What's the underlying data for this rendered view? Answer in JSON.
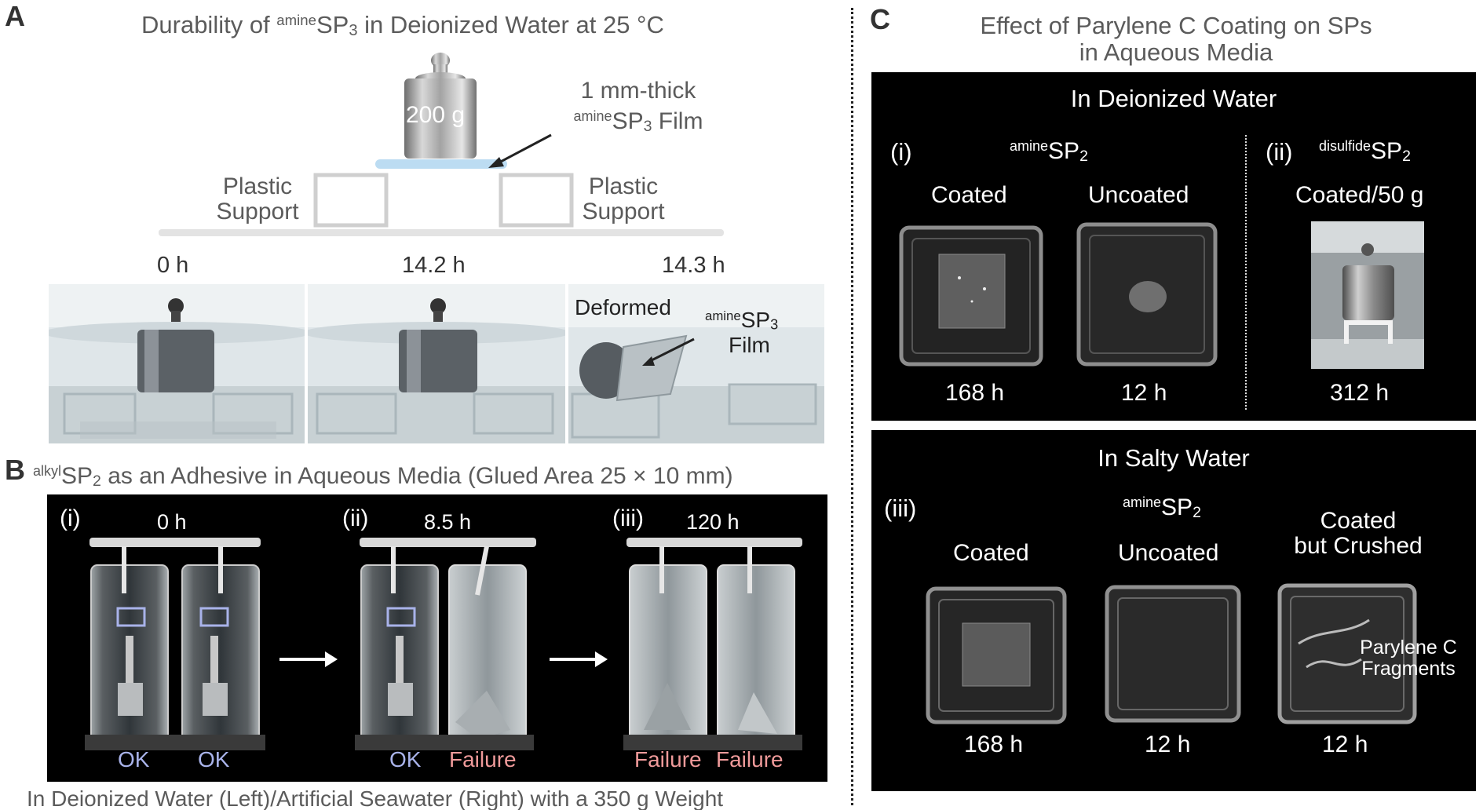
{
  "panelA": {
    "letter": "A",
    "title": "Durability of ",
    "title_sup": "amine",
    "title_mid": "SP",
    "title_sub": "3",
    "title_end": " in Deionized Water at 25 °C",
    "weight_label": "200 g",
    "film_label_line1": "1 mm-thick",
    "film_label_sup": "amine",
    "film_label_mid": "SP",
    "film_label_sub": "3",
    "film_label_end": " Film",
    "support_left": "Plastic Support",
    "support_right": "Plastic Support",
    "times": [
      "0 h",
      "14.2 h",
      "14.3 h"
    ],
    "deformed_label": "Deformed",
    "deformed_sup": "amine",
    "deformed_mid": "SP",
    "deformed_sub": "3",
    "deformed_film": "Film"
  },
  "panelB": {
    "letter": "B",
    "title_sup": "alkyl",
    "title_mid": "SP",
    "title_sub": "2",
    "title_end": " as an Adhesive in Aqueous Media (Glued Area 25 × 10 mm)",
    "stages": [
      {
        "roman": "(i)",
        "time": "0 h",
        "left_status": "OK",
        "right_status": "OK"
      },
      {
        "roman": "(ii)",
        "time": "8.5 h",
        "left_status": "OK",
        "right_status": "Failure"
      },
      {
        "roman": "(iii)",
        "time": "120 h",
        "left_status": "Failure",
        "right_status": "Failure"
      }
    ],
    "caption": "In Deionized Water (Left)/Artificial Seawater (Right) with a 350 g Weight"
  },
  "panelC": {
    "letter": "C",
    "title_line1": "Effect of Parylene C Coating on SPs",
    "title_line2": "in Aqueous Media",
    "box1_title": "In Deionized Water",
    "box1_i": "(i)",
    "box1_i_sup": "amine",
    "box1_i_mid": "SP",
    "box1_i_sub": "2",
    "box1_ii": "(ii)",
    "box1_ii_sup": "disulfide",
    "box1_ii_mid": "SP",
    "box1_ii_sub": "2",
    "coated": "Coated",
    "uncoated": "Uncoated",
    "coated_50g": "Coated/50 g",
    "time_168": "168 h",
    "time_12": "12 h",
    "time_312": "312 h",
    "box2_title": "In Salty Water",
    "box2_iii": "(iii)",
    "box2_sup": "amine",
    "box2_mid": "SP",
    "box2_sub": "2",
    "coated2": "Coated",
    "uncoated2": "Uncoated",
    "crushed_line1": "Coated",
    "crushed_line2": "but Crushed",
    "fragments_line1": "Parylene C",
    "fragments_line2": "Fragments",
    "time2_168": "168 h",
    "time2_12a": "12 h",
    "time2_12b": "12 h"
  }
}
